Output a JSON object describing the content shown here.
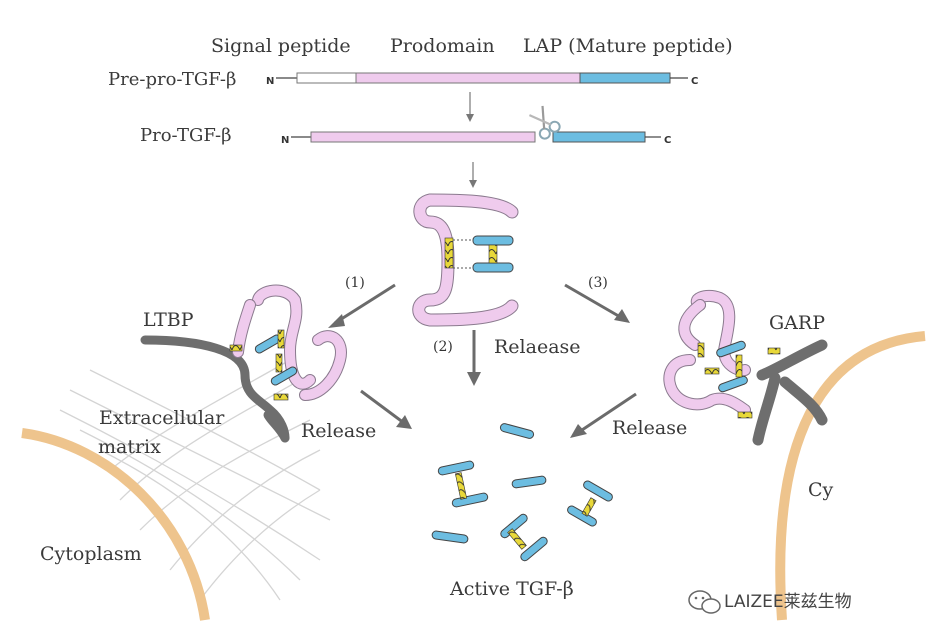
{
  "header": {
    "signal_peptide": "Signal peptide",
    "prodomain": "Prodomain",
    "lap": "LAP (Mature peptide)"
  },
  "rows": {
    "pre_pro": "Pre-pro-TGF-β",
    "pro": "Pro-TGF-β",
    "n_terminal": "N",
    "c_terminal": "C"
  },
  "pathways": {
    "p1": "(1)",
    "p2": "(2)",
    "p3": "(3)",
    "relaease": "Relaease",
    "release_left": "Release",
    "release_right": "Release"
  },
  "labels": {
    "ltbp": "LTBP",
    "garp": "GARP",
    "extracellular": "Extracellular",
    "matrix": "matrix",
    "cytoplasm": "Cytoplasm",
    "cy": "Cy",
    "active": "Active TGF-β"
  },
  "watermark": {
    "text": "LAIZEE莱兹生物",
    "icon": "wechat-icon"
  },
  "colors": {
    "prodomain": "#efcbed",
    "lap": "#6cbde1",
    "linker": "#e8d839",
    "ltbp": "#6e6e6e",
    "cell_membrane": "#eec48d",
    "matrix_fiber": "#cfcfcf",
    "arrow": "#6b6b6b"
  }
}
